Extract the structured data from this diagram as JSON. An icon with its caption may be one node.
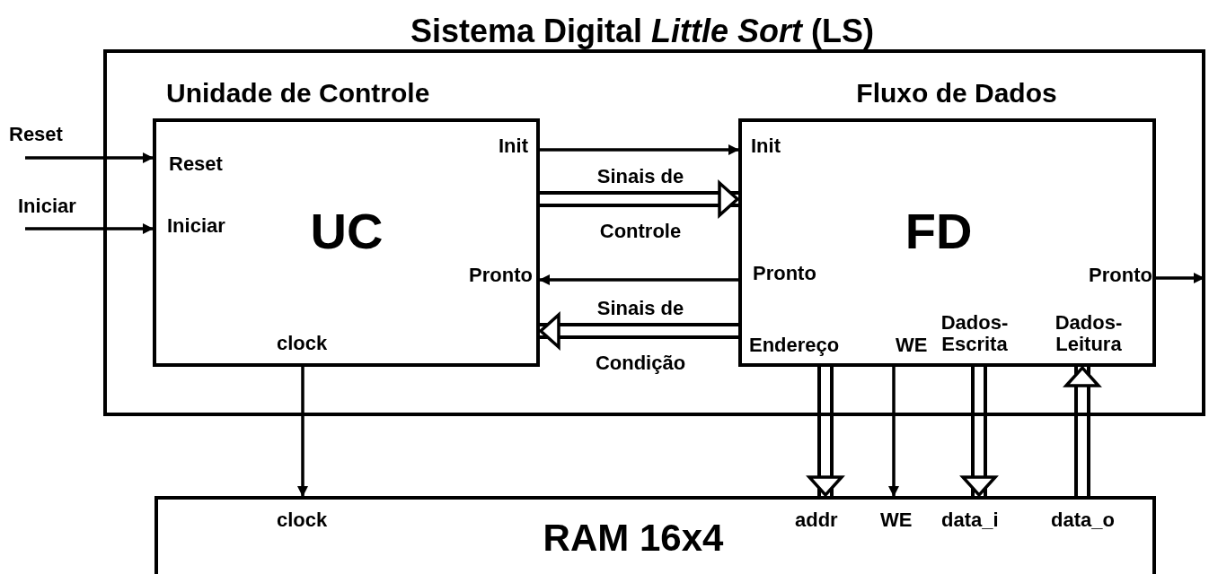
{
  "diagram": {
    "nodes": [
      {
        "text": [
          "Sistema Digital *Little Sort* (LS)"
        ]
      },
      {
        "text": [
          "Unidade de Controle",
          "Reset",
          "Iniciar",
          "Init",
          "UC",
          "Pronto",
          "clock"
        ],
        "in": 0
      },
      {
        "text": [
          "Fluxo de Dados",
          "Init",
          "FD",
          "Pronto",
          "Pronto",
          "Endereço",
          "WE",
          "Dados- Escrita",
          "Dados- Leitura"
        ],
        "in": 0
      },
      {
        "text": [
          "RAM 16x4",
          "clock",
          "addr",
          "WE",
          "data_i",
          "data_o"
        ]
      }
    ],
    "edges": [
      {
        "from": null,
        "to": 1,
        "arrow": "to",
        "label": "Reset"
      },
      {
        "from": null,
        "to": 1,
        "arrow": "to",
        "label": "Iniciar"
      },
      {
        "from": 1,
        "to": 2,
        "arrow": "to"
      },
      {
        "from": 1,
        "to": 2,
        "arrow": "to",
        "label": "Sinais de Controle",
        "style": "thick"
      },
      {
        "from": 2,
        "to": 1,
        "arrow": "to"
      },
      {
        "from": 2,
        "to": 1,
        "arrow": "to",
        "label": "Sinais de Condição",
        "style": "thick"
      },
      {
        "from": 2,
        "to": null,
        "arrow": "to"
      },
      {
        "from": 1,
        "to": 3,
        "arrow": "to"
      },
      {
        "from": 2,
        "to": 3,
        "arrow": "to",
        "style": "thick"
      },
      {
        "from": 2,
        "to": 3,
        "arrow": "to"
      },
      {
        "from": 2,
        "to": 3,
        "arrow": "to",
        "style": "thick"
      },
      {
        "from": 3,
        "to": 2,
        "arrow": "to",
        "style": "thick"
      }
    ]
  }
}
